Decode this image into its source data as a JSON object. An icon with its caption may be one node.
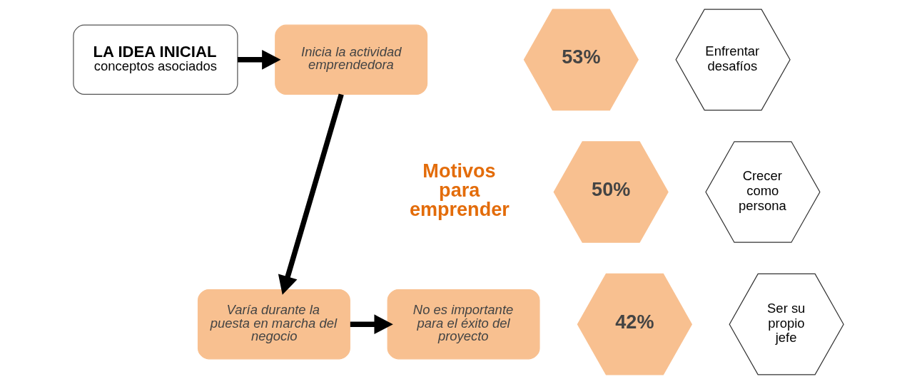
{
  "diagram": {
    "nodes": [
      {
        "text": [
          "LA IDEA INICIAL",
          "conceptos asociados"
        ]
      },
      {
        "text": [
          "Inicia la actividad emprendedora"
        ]
      },
      {
        "text": [
          "Varía durante la puesta en marcha del negocio"
        ]
      },
      {
        "text": [
          "No es importante para el éxito del proyecto"
        ]
      },
      {
        "text": [
          "53%"
        ]
      },
      {
        "text": [
          "Enfrentar desafíos"
        ]
      },
      {
        "text": [
          "50%"
        ]
      },
      {
        "text": [
          "Crecer como persona"
        ]
      },
      {
        "text": [
          "42%"
        ]
      },
      {
        "text": [
          "Ser su propio jefe"
        ]
      }
    ],
    "edges": [
      {
        "from": 0,
        "to": 1,
        "arrow": "to"
      },
      {
        "from": 1,
        "to": 2,
        "arrow": "to"
      },
      {
        "from": 2,
        "to": 3,
        "arrow": "to"
      }
    ],
    "labels": [
      "Motivos para emprender"
    ]
  }
}
